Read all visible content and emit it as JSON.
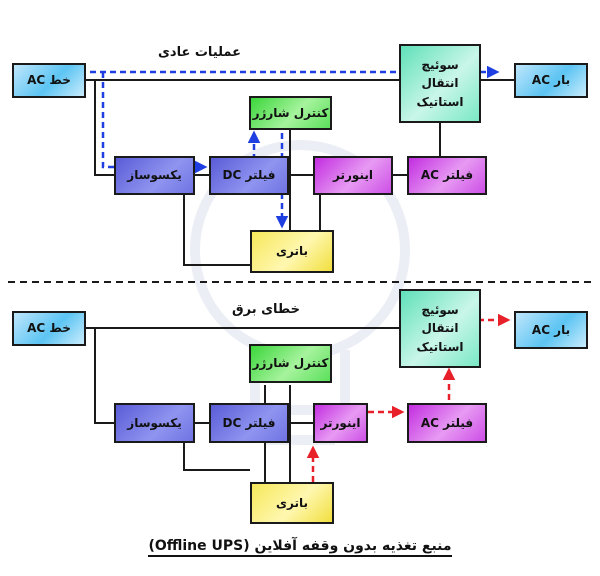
{
  "labels": {
    "normal": "عملیات عادی",
    "fault": "خطای برق",
    "title": "منبع تغذیه بدون وقفه آفلاین (Offline UPS)"
  },
  "blocks": {
    "ac_line": "خط AC",
    "ac_load": "بار AC",
    "rectifier": "یکسوساز",
    "dc_filter": "فیلتر DC",
    "charge_controller": "کنترل شارژر",
    "inverter": "اینورتر",
    "ac_filter": "فیلتر AC",
    "battery": "باتری",
    "static_switch_l1": "سوئیچ",
    "static_switch_l2": "انتقال",
    "static_switch_l3": "استاتیک"
  },
  "colors": {
    "normal_flow": "#1f3fe0",
    "fault_flow": "#e8202a",
    "ac_block": "#5cc4f3",
    "rectifier_block": "#6f73e3",
    "charger_block": "#5be05b",
    "inverter_block": "#cd4fe6",
    "battery_block": "#f6e85a",
    "switch_block": "#7ae8c6",
    "wire": "#1a1a1a"
  }
}
